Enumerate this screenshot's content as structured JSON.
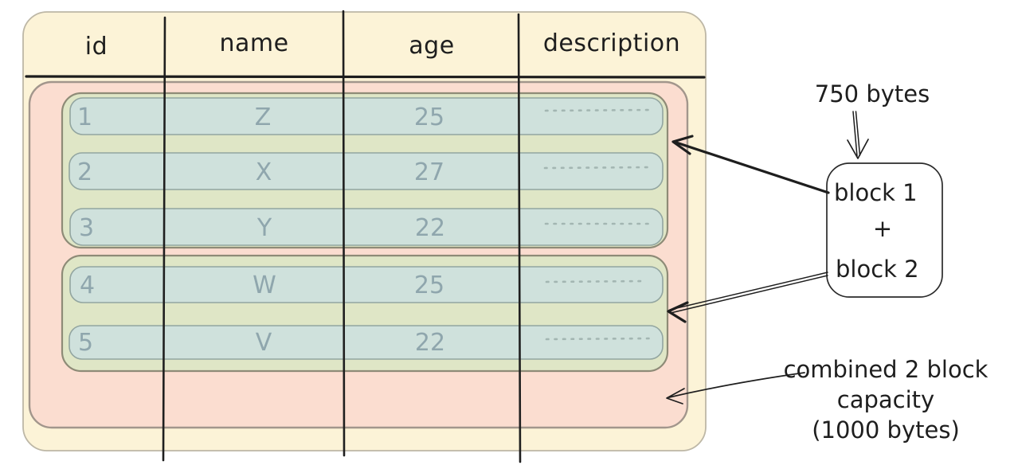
{
  "diagram": {
    "table": {
      "columns": [
        "id",
        "name",
        "age",
        "description"
      ],
      "rows": [
        {
          "id": "1",
          "name": "Z",
          "age": "25"
        },
        {
          "id": "2",
          "name": "X",
          "age": "27"
        },
        {
          "id": "3",
          "name": "Y",
          "age": "22"
        },
        {
          "id": "4",
          "name": "W",
          "age": "25"
        },
        {
          "id": "5",
          "name": "V",
          "age": "22"
        }
      ],
      "description_placeholder": "dotted-line"
    },
    "annotations": {
      "size_label": "750 bytes",
      "block_box": {
        "line1": "block 1",
        "line2": "+",
        "line3": "block 2"
      },
      "capacity_label": {
        "line1": "combined 2 block",
        "line2": "capacity",
        "line3": "(1000 bytes)"
      }
    },
    "colors": {
      "table_fill": "#fcf3d7",
      "capacity_region_fill": "#fbddd0",
      "block_fill": "#dfe6c6",
      "row_fill": "#cfe1dc",
      "row_text": "#8fa6ad",
      "ink": "#1e1e1e"
    }
  }
}
